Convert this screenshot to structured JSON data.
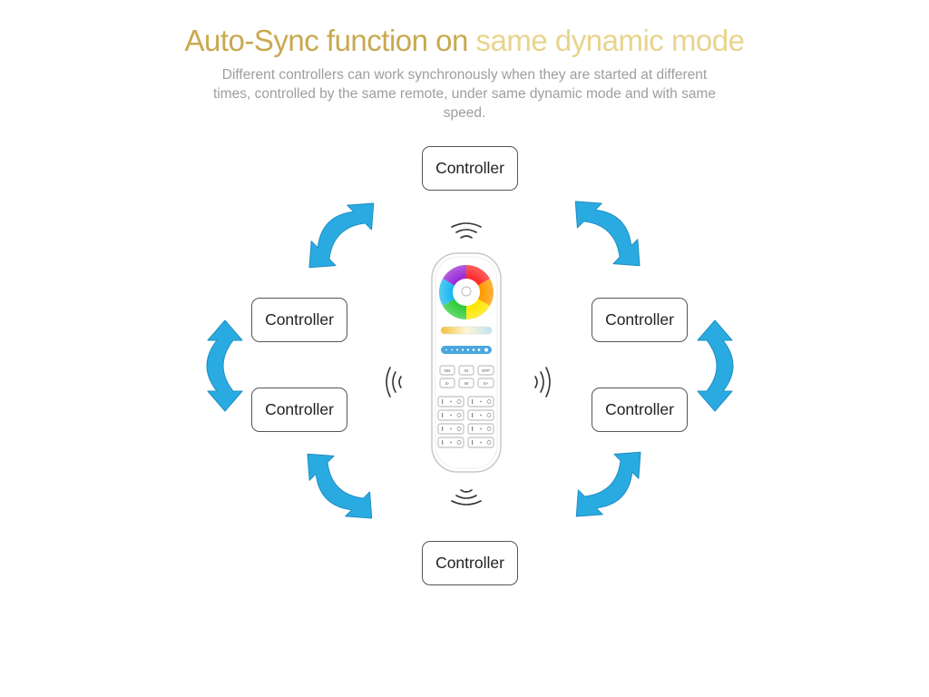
{
  "title": {
    "part1": "Auto-Sync function on ",
    "part2": "same dynamic mode"
  },
  "description": "Different controllers can work synchronously when they are started at different times, controlled by the same remote, under same dynamic mode and with same speed.",
  "controllers": {
    "top": "Controller",
    "left_upper": "Controller",
    "left_lower": "Controller",
    "right_upper": "Controller",
    "right_lower": "Controller",
    "bottom": "Controller"
  },
  "remote": {
    "on_label": "ON",
    "m_label": "M",
    "off_label": "OFF",
    "s_minus": "S-",
    "w_label": "W",
    "s_plus": "S+"
  },
  "colors": {
    "title_primary": "#c9a950",
    "title_accent": "#e9d48e",
    "arrow": "#29abe2",
    "arrow_outline": "#1f8ec0"
  },
  "icons": [
    "curved-double-arrow-icon",
    "signal-waves-icon",
    "color-wheel-icon"
  ]
}
